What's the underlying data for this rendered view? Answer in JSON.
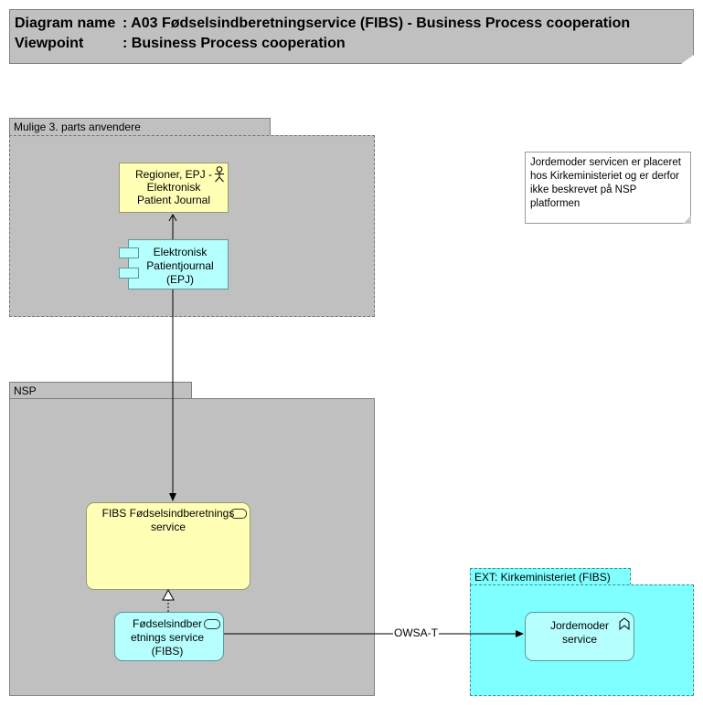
{
  "header": {
    "diagram_label": "Diagram name",
    "diagram_value": ": A03 Fødselsindberetningservice (FIBS) - Business Process cooperation",
    "viewpoint_label": "Viewpoint",
    "viewpoint_value": ": Business Process cooperation"
  },
  "groups": {
    "third_party": "Mulige 3. parts anvendere",
    "nsp": "NSP",
    "ext": "EXT: Kirkeministeriet (FIBS)"
  },
  "note": {
    "text": "Jordemoder servicen er placeret hos Kirkeministeriet og er derfor ikke beskrevet på NSP platformen"
  },
  "elements": {
    "actor": "Regioner, EPJ - Elektronisk Patient Journal",
    "epj": "Elektronisk Patientjournal (EPJ)",
    "fibs_service": "FIBS Fødselsindberetnings service",
    "app_service": "Fødselsindber etnings service (FIBS)",
    "jordemoder": "Jordemoder service"
  },
  "relations": {
    "owsa": "OWSA-T"
  },
  "colors": {
    "grey": "#c0c0c0",
    "business_yellow": "#ffffb5",
    "application_cyan": "#b5ffff",
    "external_cyan": "#7fffff"
  }
}
